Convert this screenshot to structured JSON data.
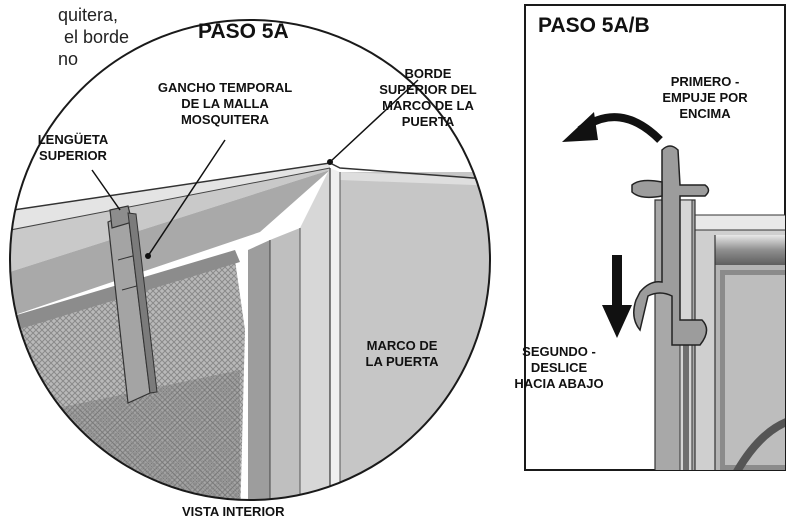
{
  "fragment_text": {
    "line1": "quitera,",
    "line2": "el borde",
    "line3": "no"
  },
  "panel_left": {
    "title": "PASO 5A",
    "labels": {
      "tab": [
        "LENGÜETA",
        "SUPERIOR"
      ],
      "hook": [
        "GANCHO TEMPORAL",
        "DE LA MALLA",
        "MOSQUITERA"
      ],
      "top_edge": [
        "BORDE",
        "SUPERIOR DEL",
        "MARCO DE LA",
        "PUERTA"
      ],
      "frame": [
        "MARCO DE",
        "LA PUERTA"
      ]
    },
    "caption": "VISTA INTERIOR"
  },
  "panel_right": {
    "title": "PASO 5A/B",
    "labels": {
      "first": [
        "PRIMERO -",
        "EMPUJE POR",
        "ENCIMA"
      ],
      "second": [
        "SEGUNDO -",
        "DESLICE",
        "HACIA ABAJO"
      ]
    }
  }
}
